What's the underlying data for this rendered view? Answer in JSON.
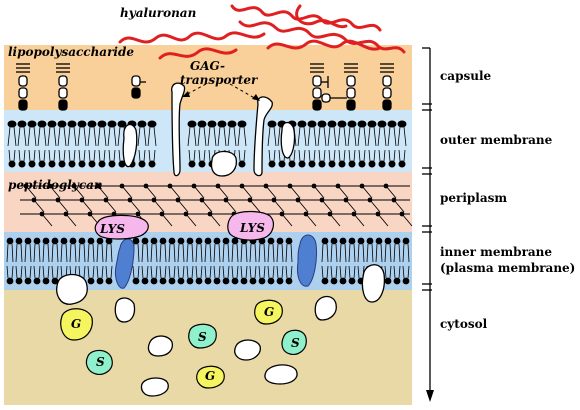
{
  "labels": {
    "hyaluronan": "hyaluronan",
    "lipopolysaccharide": "lipopolysaccharide",
    "gag_line1": "GAG-",
    "gag_line2": "transporter",
    "peptidoglycan": "peptidoglycan",
    "lys": "LYS",
    "g": "G",
    "s": "S"
  },
  "layers": [
    {
      "name": "capsule",
      "label": "capsule",
      "label2": ""
    },
    {
      "name": "outer-membrane",
      "label": "outer membrane",
      "label2": ""
    },
    {
      "name": "periplasm",
      "label": "periplasm",
      "label2": ""
    },
    {
      "name": "inner-membrane",
      "label": "inner membrane",
      "label2": "(plasma membrane)"
    },
    {
      "name": "cytosol",
      "label": "cytosol",
      "label2": ""
    }
  ],
  "colors": {
    "capsule": "#f9d09a",
    "outer_membrane": "#cde6f8",
    "periplasm": "#f9d5c4",
    "inner_membrane": "#aed0ef",
    "cytosol": "#e8d9a6",
    "hyaluronan": "#e02020",
    "lys": "#f6b8ec",
    "g": "#f5f560",
    "s": "#8ff0cc",
    "channel": "#4f7fd0"
  }
}
